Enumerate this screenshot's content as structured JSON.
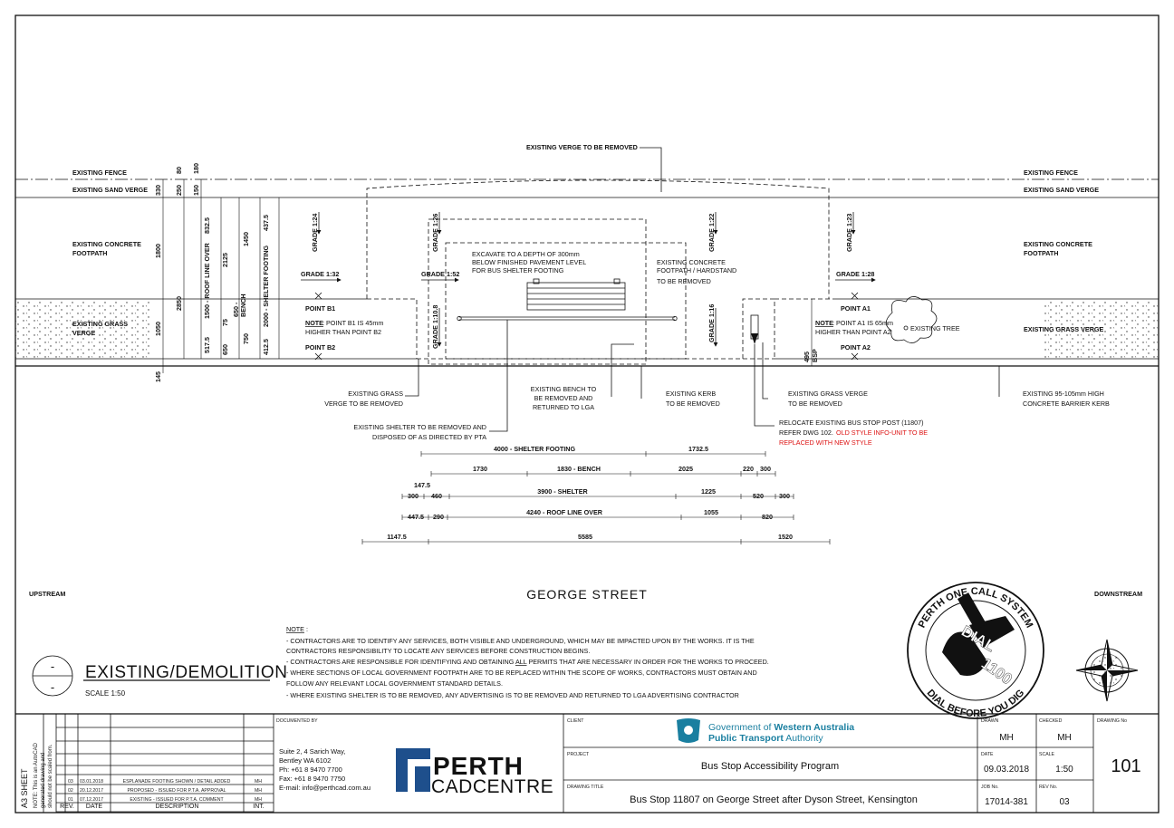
{
  "drawing": {
    "verge_removed_label": "EXISTING VERGE TO BE REMOVED",
    "left_labels": {
      "fence": "EXISTING FENCE",
      "sand": "EXISTING SAND VERGE",
      "concrete_1": "EXISTING CONCRETE",
      "concrete_2": "FOOTPATH",
      "grass_1": "EXISTING GRASS",
      "grass_2": "VERGE"
    },
    "right_labels": {
      "fence": "EXISTING FENCE",
      "sand": "EXISTING SAND VERGE",
      "concrete_1": "EXISTING CONCRETE",
      "concrete_2": "FOOTPATH",
      "grass": "EXISTING GRASS VERGE"
    },
    "vertical_dims": {
      "d330": "330",
      "d80": "80",
      "d180": "180",
      "d250": "250",
      "d150": "150",
      "d1800": "1800",
      "d2850": "2850",
      "d1050": "1050",
      "d145": "145",
      "d832": "832.5",
      "d1500": "1500 - ROOF LINE OVER",
      "d517": "517.5",
      "d2125": "2125",
      "d75": "75",
      "d650": "650",
      "d650b_1": "650 -",
      "d650b_2": "BENCH",
      "d1450": "1450",
      "d750": "750",
      "d437": "437.5",
      "d2000": "2000 - SHELTER FOOTING",
      "d412": "412.5",
      "d495": "495",
      "bsp": "BSP"
    },
    "grades": {
      "g124": "GRADE 1:24",
      "g126": "GRADE 1:26",
      "g122": "GRADE 1:22",
      "g123": "GRADE 1:23",
      "g132": "GRADE 1:32",
      "g152": "GRADE 1:52",
      "g128": "GRADE 1:28",
      "g1108": "GRADE 1:10.8",
      "g116": "GRADE 1:16"
    },
    "points": {
      "b1": "POINT B1",
      "b2": "POINT B2",
      "a1": "POINT A1",
      "a2": "POINT A2",
      "note_word": "NOTE",
      "note_b_1": ": POINT B1 IS 45mm",
      "note_b_2": "HIGHER THAN POINT B2",
      "note_a_1": ": POINT A1 IS 65mm",
      "note_a_2": "HIGHER THAN POINT A2",
      "tree": "EXISTING TREE"
    },
    "excavate_1": "EXCAVATE TO A DEPTH OF 300mm",
    "excavate_2": "BELOW FINISHED PAVEMENT LEVEL",
    "excavate_3": "FOR BUS SHELTER FOOTING",
    "hardstand_1": "EXISTING CONCRETE",
    "hardstand_2": "FOOTPATH / HARDSTAND",
    "hardstand_3": "TO BE REMOVED",
    "callouts": {
      "grass_1": "EXISTING GRASS",
      "grass_2": "VERGE TO BE REMOVED",
      "bench_1": "EXISTING BENCH TO",
      "bench_2": "BE REMOVED AND",
      "bench_3": "RETURNED TO LGA",
      "kerb_1": "EXISTING KERB",
      "kerb_2": "TO BE REMOVED",
      "gverge_1": "EXISTING GRASS VERGE",
      "gverge_2": "TO BE REMOVED",
      "barrier_1": "EXISTING 95-105mm HIGH",
      "barrier_2": "CONCRETE BARRIER KERB",
      "shelter_1": "EXISTING SHELTER TO BE REMOVED AND",
      "shelter_2": "DISPOSED OF AS DIRECTED BY PTA",
      "post_1": "RELOCATE EXISTING BUS STOP POST (11807)",
      "post_2": "REFER DWG 102.",
      "post_red_1": "OLD STYLE INFO-UNIT TO BE",
      "post_red_2": "REPLACED WITH NEW STYLE"
    },
    "horizontal_dims": {
      "r1_a": "4000 - SHELTER FOOTING",
      "r1_b": "1732.5",
      "r2_a": "1730",
      "r2_b": "1830 - BENCH",
      "r2_c": "2025",
      "r2_d": "220",
      "r2_e": "300",
      "r3_a": "147.5",
      "r3_b": "300",
      "r3_c": "460",
      "r3_d": "3900 - SHELTER",
      "r3_e": "1225",
      "r3_f": "520",
      "r3_g": "300",
      "r4_a": "447.5",
      "r4_b": "290",
      "r4_c": "4240 - ROOF LINE OVER",
      "r4_d": "1055",
      "r4_e": "820",
      "r5_a": "1147.5",
      "r5_b": "5585",
      "r5_c": "1520"
    },
    "upstream": "UPSTREAM",
    "downstream": "DOWNSTREAM",
    "street": "GEORGE STREET",
    "title_dash": "-",
    "title": "EXISTING/DEMOLITION",
    "scale": "SCALE 1:50"
  },
  "notes": {
    "heading": "NOTE",
    "heading_colon": ":",
    "lines": [
      "-  CONTRACTORS ARE TO IDENTIFY ANY SERVICES, BOTH VISIBLE AND UNDERGROUND, WHICH MAY BE IMPACTED UPON BY THE WORKS. IT IS THE",
      "   CONTRACTORS RESPONSIBILITY TO LOCATE ANY SERVICES BEFORE CONSTRUCTION BEGINS."
    ],
    "permits_pre": "-  CONTRACTORS ARE RESPONSIBLE FOR IDENTIFYING AND OBTAINING ",
    "permits_all": "ALL",
    "permits_post": " PERMITS THAT ARE NECESSARY IN ORDER FOR THE WORKS TO PROCEED.",
    "lines_after": [
      "-  WHERE SECTIONS OF LOCAL GOVERNMENT FOOTPATH ARE TO BE REPLACED WITHIN THE SCOPE OF WORKS, CONTRACTORS MUST OBTAIN AND",
      "   FOLLOW ANY RELEVANT LOCAL GOVERNMENT STANDARD DETAILS.",
      "-  WHERE EXISTING SHELTER IS TO BE REMOVED, ANY ADVERTISING IS TO BE REMOVED AND RETURNED TO LGA ADVERTISING CONTRACTOR"
    ]
  },
  "dial": {
    "top": "PERTH ONE CALL SYSTEM",
    "middle_1": "DIAL",
    "middle_2": "1100",
    "bottom": "DIAL BEFORE YOU DIG"
  },
  "title_block": {
    "sheet_1": "A3 SHEET",
    "sheet_2": "NOTE: This is an AutoCAD",
    "sheet_3": "generated drawing and",
    "sheet_4": "should not be scaled from.",
    "rev_headers": [
      "REV.",
      "DATE",
      "DESCRIPTION",
      "INT."
    ],
    "revisions": [
      {
        "rev": "03",
        "date": "03.01.2018",
        "desc": "ESPLANADE FOOTING SHOWN / DETAIL ADDED",
        "int": "MH"
      },
      {
        "rev": "02",
        "date": "20.12.2017",
        "desc": "PROPOSED - ISSUED FOR P.T.A. APPROVAL",
        "int": "MH"
      },
      {
        "rev": "01",
        "date": "07.12.2017",
        "desc": "EXISTING - ISSUED FOR P.T.A. COMMENT",
        "int": "MH"
      }
    ],
    "documented_by": "DOCUMENTED BY",
    "address": [
      "Suite 2, 4 Sarich Way,",
      "Bentley WA 6102",
      "Ph:    +61 8 9470 7700",
      "Fax:   +61 8 9470 7750",
      "E-mail: info@perthcad.com.au"
    ],
    "logo_1": "PERTH",
    "logo_2": "CADCENTRE",
    "client_label": "CLIENT",
    "client_gov_pre": "Government of ",
    "client_gov_bold": "Western Australia",
    "client_pta_bold": "Public Transport",
    "client_pta_post": " Authority",
    "project_label": "PROJECT",
    "project": "Bus Stop Accessibility Program",
    "drawing_title_label": "DRAWING TITLE",
    "drawing_title": "Bus Stop 11807 on George Street after Dyson Street, Kensington",
    "drawn_label": "DRAWN",
    "drawn": "MH",
    "checked_label": "CHECKED",
    "checked": "MH",
    "date_label": "DATE",
    "date": "09.03.2018",
    "scale_label": "SCALE",
    "scale": "1:50",
    "job_label": "JOB No.",
    "job": "17014-381",
    "rev_label": "REV No.",
    "rev": "03",
    "dwg_label": "DRAWING No",
    "dwg": "101"
  },
  "colors": {
    "line": "#111111",
    "red_note": "#dd1111",
    "logo_blue": "#1e4f8c",
    "pta_teal": "#1a7fa0"
  },
  "icons": [
    "north-arrow-icon",
    "dial-before-you-dig-icon",
    "wa-crest-icon",
    "tree-icon",
    "bus-stop-post-icon"
  ]
}
